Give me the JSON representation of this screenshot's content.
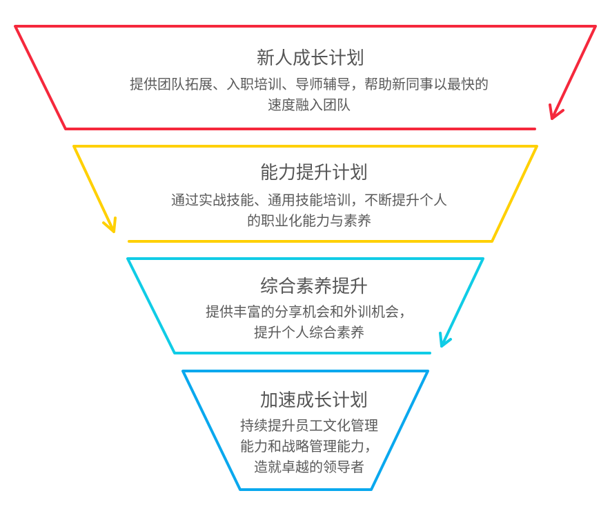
{
  "colors": {
    "stage1": "#f5283c",
    "stage2": "#ffd000",
    "stage3": "#10cce6",
    "stage4": "#0aa8ee",
    "text": "#555555"
  },
  "stages": [
    {
      "title": "新人成长计划",
      "lines": [
        "提供团队拓展、入职培训、导师辅导，帮助新同事以最快的",
        "速度融入团队"
      ]
    },
    {
      "title": "能力提升计划",
      "lines": [
        "通过实战技能、通用技能培训，不断提升个人",
        "的职业化能力与素养"
      ]
    },
    {
      "title": "综合素养提升",
      "lines": [
        "提供丰富的分享机会和外训机会，",
        "提升个人综合素养"
      ]
    },
    {
      "title": "加速成长计划",
      "lines": [
        "持续提升员工文化管理",
        "能力和战略管理能力，",
        "造就卓越的领导者"
      ]
    }
  ]
}
